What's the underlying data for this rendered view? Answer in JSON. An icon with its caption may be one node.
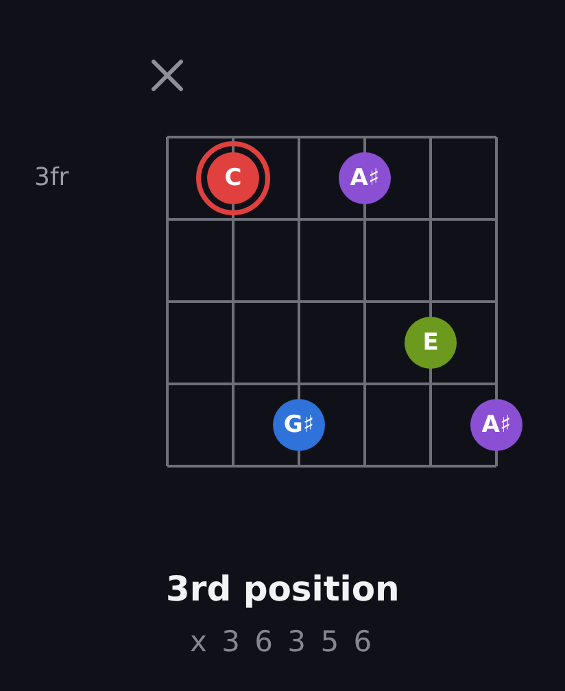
{
  "diagram": {
    "title": "3rd position",
    "nodes": [
      {
        "text": [
          "C"
        ]
      },
      {
        "text": [
          "A♯"
        ]
      },
      {
        "text": [
          "E"
        ]
      },
      {
        "text": [
          "G♯"
        ]
      },
      {
        "text": [
          "A♯"
        ]
      }
    ],
    "edges": [],
    "labels": [
      "3fr",
      "x 3 6 3 5 6"
    ]
  }
}
